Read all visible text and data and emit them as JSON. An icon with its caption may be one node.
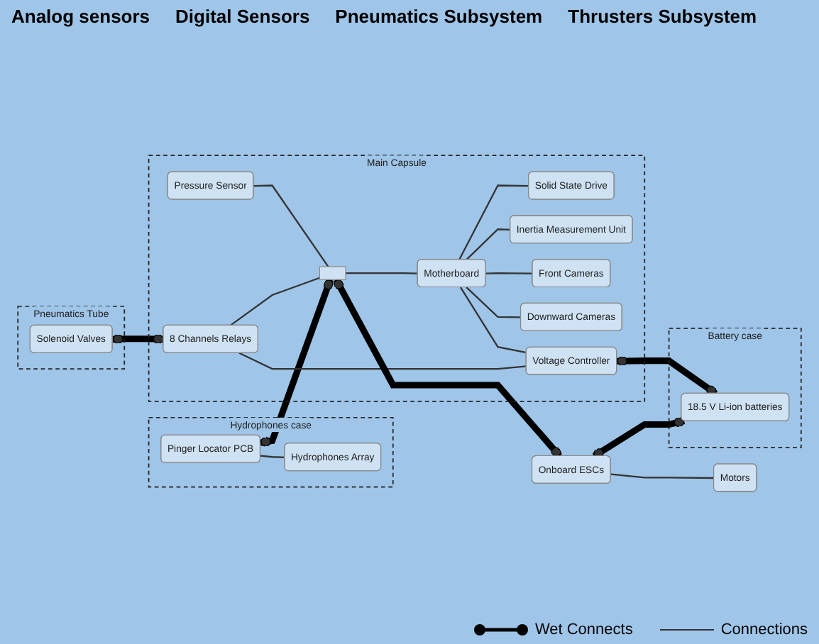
{
  "diagram": {
    "nodes": [
      {
        "text": [
          "Hydrophones case"
        ]
      },
      {
        "text": [
          "Pinger Locator PCB"
        ],
        "in": 0
      },
      {
        "text": [
          "Hydrophones Array"
        ],
        "in": 0
      },
      {
        "text": [
          "Pneumatics Tube"
        ]
      },
      {
        "text": [
          "Solenoid Valves"
        ],
        "in": 3
      },
      {
        "text": [
          "Main Capsule"
        ]
      },
      {
        "text": [
          "Pressure Sensor"
        ],
        "in": 5
      },
      {
        "text": [
          "8 Channels Relays"
        ],
        "in": 5
      },
      {
        "text": [],
        "shape": "box",
        "in": 5
      },
      {
        "text": [
          "Solid State Drive"
        ],
        "in": 5
      },
      {
        "text": [
          "Motherboard"
        ],
        "in": 5
      },
      {
        "text": [
          "Inertia Measurement Unit"
        ],
        "in": 5
      },
      {
        "text": [
          "Front Cameras"
        ],
        "in": 5
      },
      {
        "text": [
          "Downward Cameras"
        ],
        "in": 5
      },
      {
        "text": [
          "Voltage Controller"
        ],
        "in": 5
      },
      {
        "text": [
          "Battery case"
        ]
      },
      {
        "text": [
          "18.5 V Li-ion batteries"
        ],
        "in": 15
      },
      {
        "text": [
          "Onboard ESCs"
        ]
      },
      {
        "text": [
          "Motors"
        ]
      }
    ],
    "edges": [
      {
        "from": 1,
        "to": 2,
        "arrow": "none"
      },
      {
        "from": 1,
        "to": 8,
        "arrow": "other",
        "style": "thick"
      },
      {
        "from": 6,
        "to": 8,
        "arrow": "none"
      },
      {
        "from": 4,
        "to": 7,
        "arrow": "other",
        "style": "thick"
      },
      {
        "from": 7,
        "to": 8,
        "arrow": "none"
      },
      {
        "from": 8,
        "to": 10,
        "arrow": "none"
      },
      {
        "from": 10,
        "to": 9,
        "arrow": "none"
      },
      {
        "from": 10,
        "to": 11,
        "arrow": "none"
      },
      {
        "from": 10,
        "to": 12,
        "arrow": "none"
      },
      {
        "from": 10,
        "to": 13,
        "arrow": "none"
      },
      {
        "from": 10,
        "to": 14,
        "arrow": "none"
      },
      {
        "from": 7,
        "to": 14,
        "arrow": "none"
      },
      {
        "from": 8,
        "to": 17,
        "arrow": "other",
        "style": "thick"
      },
      {
        "from": 14,
        "to": 16,
        "arrow": "other",
        "style": "thick"
      },
      {
        "from": 17,
        "to": 16,
        "arrow": "other",
        "style": "thick"
      },
      {
        "from": 17,
        "to": 18,
        "arrow": "none"
      }
    ],
    "labels": [
      "Analog sensors",
      "Digital Sensors",
      "Pneumatics Subsystem",
      "Thrusters Subsystem"
    ],
    "legend": [
      {
        "text": "Wet Connects"
      },
      {
        "text": "Connections"
      }
    ]
  }
}
